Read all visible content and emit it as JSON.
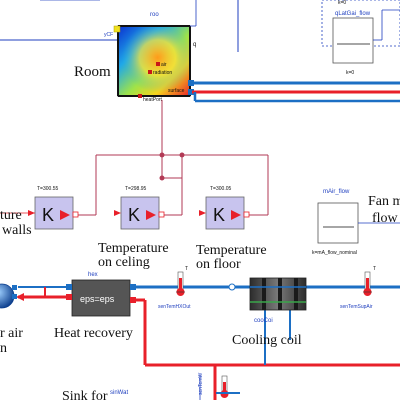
{
  "room": {
    "name": "roo",
    "label": "Room",
    "port_ycf": "yCF",
    "port_q": "q",
    "port_air": "air",
    "port_radiation": "radiation",
    "port_surface": "surface",
    "port_heatport": "heatPort"
  },
  "temps": [
    {
      "value": "T=300.55",
      "symbol": "K",
      "caption_lines": [
        "ture",
        "walls"
      ]
    },
    {
      "value": "T=298.95",
      "symbol": "K",
      "caption_lines": [
        "Temperature",
        "on celing"
      ]
    },
    {
      "value": "T=300.05",
      "symbol": "K",
      "caption_lines": [
        "Temperature",
        "on floor"
      ]
    }
  ],
  "qlat": {
    "name": "qLatGai_flow",
    "k": "k=0",
    "k_top": "k=0"
  },
  "mair": {
    "name": "mAir_flow",
    "k": "k=mA_flow_nominal",
    "caption_lines": [
      "Fan m",
      "flow"
    ]
  },
  "hex": {
    "name": "hex",
    "text": "eps=eps",
    "caption": "Heat recovery"
  },
  "sensors": {
    "hx_out": {
      "name": "senTemHXOut",
      "symbol": "T"
    },
    "sup_air": {
      "name": "senTemSupAir",
      "symbol": "T"
    },
    "bottom_vertical": "senTemW"
  },
  "cooling": {
    "name": "cooCoi",
    "caption": "Cooling coil"
  },
  "left_caption_lines": [
    "r air",
    "n"
  ],
  "sink": {
    "caption": "Sink for",
    "name": "sinWat"
  },
  "colors": {
    "hot": "#e8202a",
    "cold": "#1c6fc4",
    "control": "#1f3fbf",
    "pink": "#b23a55",
    "hex_body": "#555555"
  }
}
